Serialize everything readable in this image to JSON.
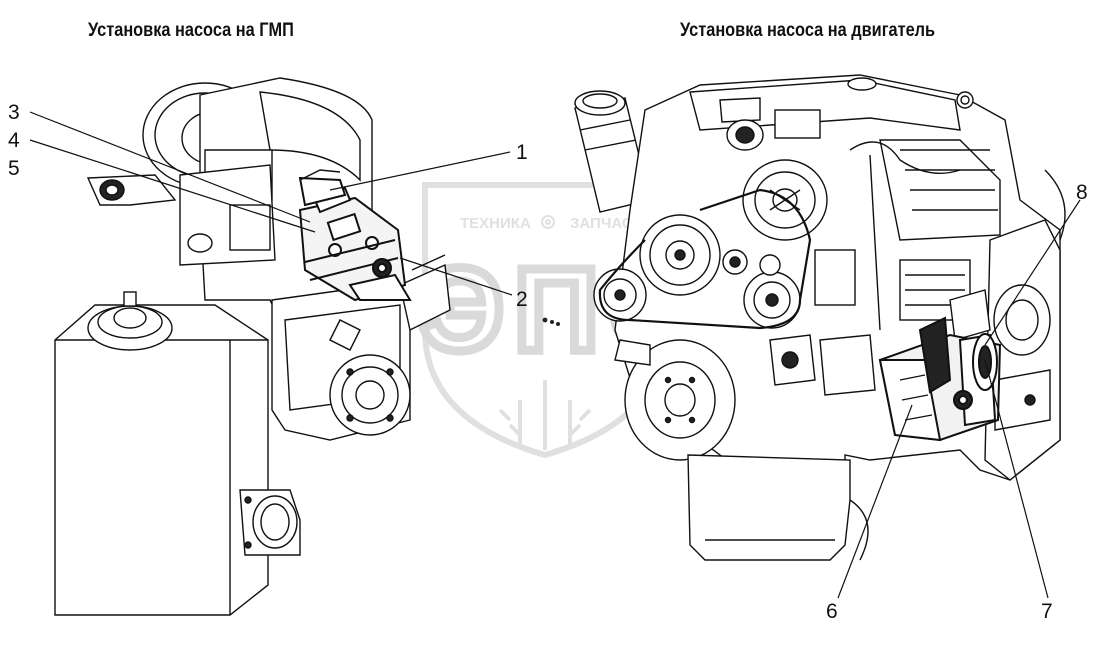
{
  "titles": {
    "left": "Установка насоса на ГМП",
    "right": "Установка насоса на двигатель"
  },
  "watermark": {
    "left_word": "ТЕХНИКА",
    "right_word": "ЗАПЧАСТИ",
    "big_text": "ЭПС",
    "icon": "gear-icon",
    "color": "#c8c8c8"
  },
  "callouts": [
    "1",
    "2",
    "3",
    "4",
    "5",
    "6",
    "7",
    "8"
  ],
  "colors": {
    "line": "#111111",
    "fill": "#ffffff",
    "shade": "#222222"
  }
}
